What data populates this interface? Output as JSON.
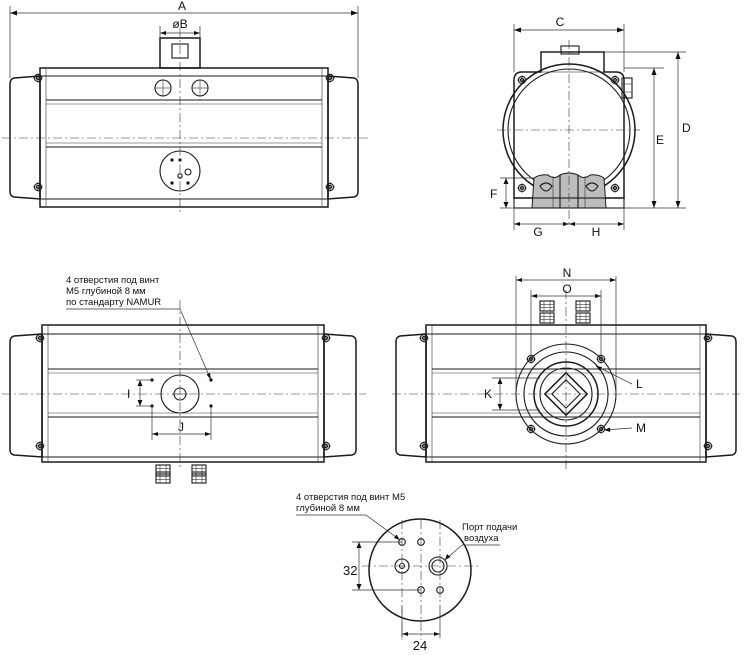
{
  "dimensions": {
    "A": "A",
    "B": "øB",
    "C": "C",
    "D": "D",
    "E": "E",
    "F": "F",
    "G": "G",
    "H": "H",
    "I": "I",
    "J": "J",
    "K": "K",
    "L": "L",
    "M": "M",
    "N": "N",
    "O": "O"
  },
  "notes": {
    "namur_line1": "4 отверстия под винт",
    "namur_line2": "M5 глубиной 8 мм",
    "namur_line3": "по стандарту NAMUR",
    "detail_line1": "4 отверстия под винт M5",
    "detail_line2": "глубиной 8 мм",
    "air_line1": "Порт подачи",
    "air_line2": "воздуха"
  },
  "detail_dims": {
    "vertical": "32",
    "horizontal": "24"
  }
}
